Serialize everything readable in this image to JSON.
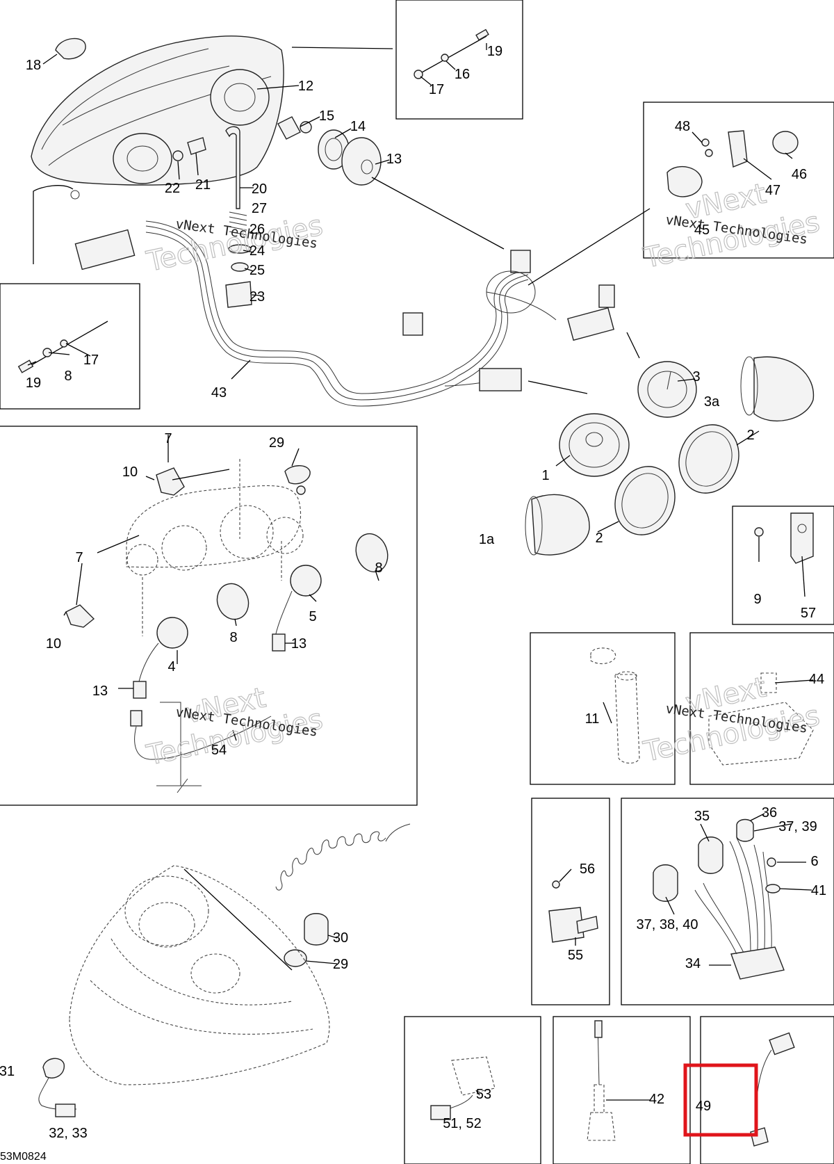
{
  "diagram": {
    "drawing_code": "53M0824",
    "watermark": {
      "company": "vNext Technologies",
      "word1": "vNext",
      "word2": "Technologies"
    },
    "highlight": {
      "part": "49",
      "color": "#e0151b"
    },
    "labels": [
      "18",
      "12",
      "19",
      "16",
      "17",
      "15",
      "14",
      "13",
      "22",
      "21",
      "20",
      "27",
      "26",
      "24",
      "25",
      "23",
      "48",
      "46",
      "47",
      "45",
      "19",
      "8",
      "17",
      "43",
      "3",
      "3a",
      "2",
      "1",
      "2",
      "1a",
      "7",
      "10",
      "29",
      "8",
      "7",
      "10",
      "8",
      "5",
      "4",
      "13",
      "13",
      "54",
      "9",
      "57",
      "11",
      "44",
      "56",
      "55",
      "35",
      "36",
      "37, 39",
      "6",
      "41",
      "37, 38, 40",
      "34",
      "30",
      "29",
      "31",
      "32, 33",
      "53",
      "51, 52",
      "42",
      "49"
    ]
  }
}
